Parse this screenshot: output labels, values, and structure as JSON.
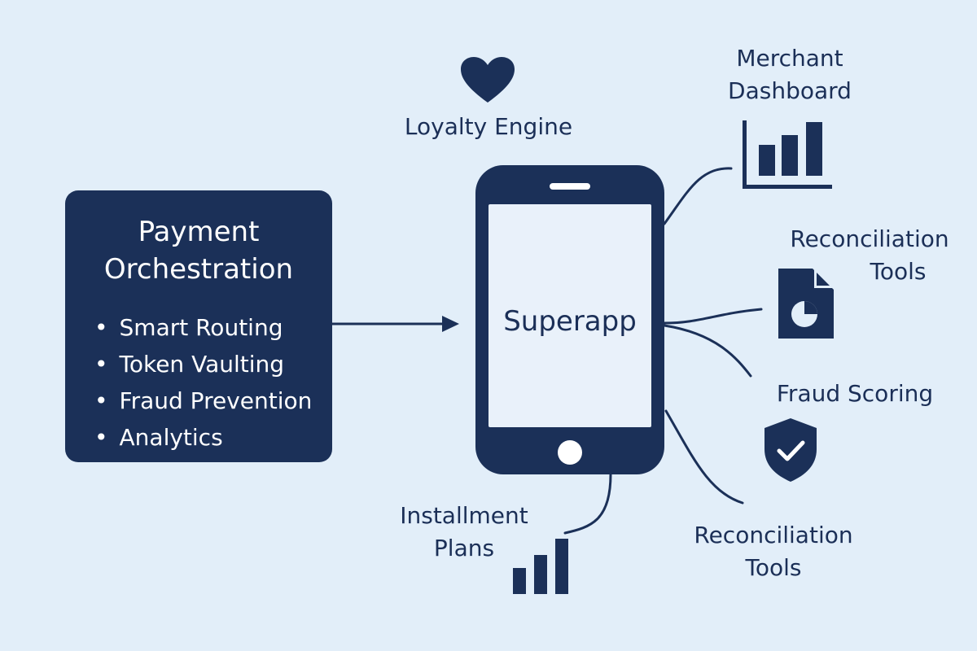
{
  "payment_orchestration": {
    "title_line1": "Payment",
    "title_line2": "Orchestration",
    "features": [
      "Smart Routing",
      "Token Vaulting",
      "Fraud Prevention",
      "Analytics"
    ]
  },
  "phone": {
    "label": "Superapp"
  },
  "labels": {
    "loyalty_engine": "Loyalty Engine",
    "merchant_dashboard_line1": "Merchant",
    "merchant_dashboard_line2": "Dashboard",
    "reconciliation_top_line1": "Reconciliation",
    "reconciliation_top_line2": "Tools",
    "fraud_scoring": "Fraud Scoring",
    "installment_line1": "Installment",
    "installment_line2": "Plans",
    "reconciliation_bottom_line1": "Reconciliation",
    "reconciliation_bottom_line2": "Tools"
  },
  "icons": {
    "loyalty": "heart-icon",
    "merchant_dashboard": "bar-chart-icon",
    "reconciliation": "document-pie-chart-icon",
    "fraud_scoring": "shield-check-icon",
    "installment": "bar-chart-icon"
  },
  "colors": {
    "background": "#e2eef9",
    "primary": "#1b3058",
    "text": "#1b2f57",
    "screen": "#e9f1fa"
  }
}
